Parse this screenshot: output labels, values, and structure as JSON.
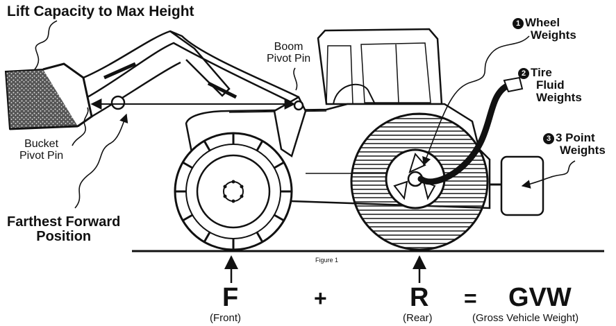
{
  "title": "Lift Capacity to Max Height",
  "callouts": {
    "boom_pivot": [
      "Boom",
      "Pivot Pin"
    ],
    "bucket_pivot": [
      "Bucket",
      "Pivot Pin"
    ],
    "farthest_forward": [
      "Farthest Forward",
      "Position"
    ]
  },
  "weights": [
    {
      "number": "1",
      "lines": [
        "Wheel",
        "Weights"
      ]
    },
    {
      "number": "2",
      "lines": [
        "Tire",
        "Fluid",
        "Weights"
      ]
    },
    {
      "number": "3",
      "lines": [
        "3 Point",
        "Weights"
      ]
    }
  ],
  "figure_caption": "Figure 1",
  "equation": {
    "front_symbol": "F",
    "front_label": "(Front)",
    "plus": "+",
    "rear_symbol": "R",
    "rear_label": "(Rear)",
    "equals": "=",
    "total_symbol": "GVW",
    "total_label": "(Gross Vehicle Weight)"
  }
}
